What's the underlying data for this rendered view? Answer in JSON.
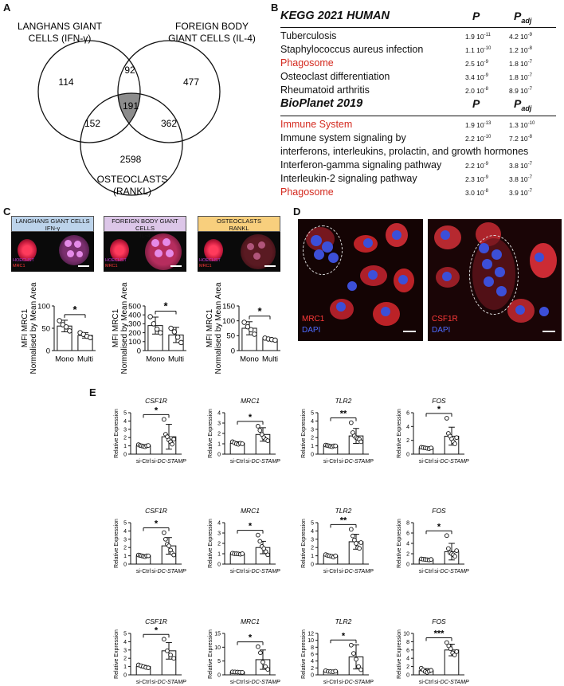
{
  "panels": {
    "a": "A",
    "b": "B",
    "c": "C",
    "d": "D",
    "e": "E"
  },
  "venn": {
    "label_langhans_1": "LANGHANS GIANT",
    "label_langhans_2": "CELLS (IFN-γ)",
    "label_foreign_1": "FOREIGN BODY",
    "label_foreign_2": "GIANT CELLS (IL-4)",
    "label_osteo_1": "OSTEOCLASTS",
    "label_osteo_2": "(RANKL)",
    "counts": {
      "langhans_only": "114",
      "langhans_foreign": "92",
      "foreign_only": "477",
      "all": "191",
      "langhans_osteo": "152",
      "foreign_osteo": "362",
      "osteo_only": "2598"
    },
    "center_fill": "#8c8c8c"
  },
  "enrichment": {
    "col_p": "P",
    "col_padj_main": "P",
    "col_padj_sub": "adj",
    "kegg": {
      "title": "KEGG 2021 HUMAN",
      "rows": [
        {
          "term": "Tuberculosis",
          "p_base": "1.9 10",
          "p_exp": "-11",
          "padj_base": "4.2 10",
          "padj_exp": "-9",
          "highlight": false
        },
        {
          "term": "Staphylococcus aureus infection",
          "p_base": "1.1 10",
          "p_exp": "-10",
          "padj_base": "1.2 10",
          "padj_exp": "-8",
          "highlight": false
        },
        {
          "term": "Phagosome",
          "p_base": "2.5 10",
          "p_exp": "-9",
          "padj_base": "1.8 10",
          "padj_exp": "-7",
          "highlight": true
        },
        {
          "term": "Osteoclast differentiation",
          "p_base": "3.4 10",
          "p_exp": "-9",
          "padj_base": "1.8 10",
          "padj_exp": "-7",
          "highlight": false
        },
        {
          "term": "Rheumatoid arthritis",
          "p_base": "2.0 10",
          "p_exp": "-8",
          "padj_base": "8.9 10",
          "padj_exp": "-7",
          "highlight": false
        }
      ]
    },
    "bioplanet": {
      "title": "BioPlanet 2019",
      "rows": [
        {
          "term": "Immune System",
          "p_base": "1.9 10",
          "p_exp": "-13",
          "padj_base": "1.3 10",
          "padj_exp": "-10",
          "highlight": true
        },
        {
          "term": "Immune system signaling by",
          "p_base": "2.2 10",
          "p_exp": "-10",
          "padj_base": "7.2 10",
          "padj_exp": "-8",
          "highlight": false
        },
        {
          "term": "interferons, interleukins, prolactin, and growth hormones",
          "p_base": "",
          "p_exp": "",
          "padj_base": "",
          "padj_exp": "",
          "highlight": false
        },
        {
          "term": "Interferon-gamma signaling pathway",
          "p_base": "2.2 10",
          "p_exp": "-9",
          "padj_base": "3.8 10",
          "padj_exp": "-7",
          "highlight": false
        },
        {
          "term": "Interleukin-2 signaling pathway",
          "p_base": "2.3 10",
          "p_exp": "-9",
          "padj_base": "3.8 10",
          "padj_exp": "-7",
          "highlight": false
        },
        {
          "term": "Phagosome",
          "p_base": "3.0 10",
          "p_exp": "-8",
          "padj_base": "3.9 10",
          "padj_exp": "-7",
          "highlight": true
        }
      ]
    },
    "highlight_color": "#d42a1f"
  },
  "panel_c": {
    "headers": [
      {
        "line1": "LANGHANS GIANT CELLS",
        "line2": "IFN-γ",
        "color": "#bcd3ea"
      },
      {
        "line1": "FOREIGN BODY GIANT CELLS",
        "line2": "IL-4",
        "color": "#dcc6e8"
      },
      {
        "line1": "OSTEOCLASTS",
        "line2": "RANKL",
        "color": "#f8cf7d"
      }
    ],
    "stain_hoechst": "HOECHST",
    "stain_mrc1": "MRC1",
    "ylabel_1": "MFI MRC1",
    "ylabel_2": "Normalised by Mean Area",
    "xcats": [
      "Mono",
      "Multi"
    ],
    "sig": "*"
  },
  "panel_d": {
    "img1": {
      "marker": "MRC1",
      "counter": "DAPI"
    },
    "img2": {
      "marker": "CSF1R",
      "counter": "DAPI"
    }
  },
  "panel_e": {
    "genes": [
      "CSF1R",
      "MRC1",
      "TLR2",
      "FOS"
    ],
    "ylabel": "Relative Expression",
    "xcats": [
      "si-Ctrl",
      "si-DC-STAMP"
    ]
  },
  "chart_data": [
    {
      "type": "bar",
      "panel": "C",
      "group": "LANGHANS GIANT CELLS IFN-γ",
      "categories": [
        "Mono",
        "Multi"
      ],
      "values": [
        55,
        34
      ],
      "errors": [
        13,
        6
      ],
      "points": [
        [
          67,
          58,
          53,
          44
        ],
        [
          40,
          36,
          32,
          29
        ]
      ],
      "ylim": [
        0,
        100
      ],
      "yticks": [
        0,
        50,
        100
      ],
      "ylabel": "MFI MRC1 Normalised by Mean Area",
      "significance": "*"
    },
    {
      "type": "bar",
      "panel": "C",
      "group": "FOREIGN BODY GIANT CELLS IL-4",
      "categories": [
        "Mono",
        "Multi"
      ],
      "values": [
        280,
        175
      ],
      "errors": [
        95,
        85
      ],
      "points": [
        [
          380,
          300,
          240,
          200
        ],
        [
          250,
          210,
          150,
          90
        ]
      ],
      "ylim": [
        0,
        500
      ],
      "yticks": [
        0,
        100,
        200,
        300,
        400,
        500
      ],
      "ylabel": "MFI MRC1 Normalised by Mean Area",
      "significance": "*"
    },
    {
      "type": "bar",
      "panel": "C",
      "group": "OSTEOCLASTS RANKL",
      "categories": [
        "Mono",
        "Multi"
      ],
      "values": [
        75,
        38
      ],
      "errors": [
        22,
        3
      ],
      "points": [
        [
          95,
          80,
          70,
          55
        ],
        [
          42,
          39,
          37,
          35
        ]
      ],
      "ylim": [
        0,
        150
      ],
      "yticks": [
        0,
        50,
        100,
        150
      ],
      "ylabel": "MFI MRC1 Normalised by Mean Area",
      "significance": "*"
    },
    {
      "type": "bar",
      "panel": "E",
      "row": 1,
      "gene": "CSF1R",
      "categories": [
        "si-Ctrl",
        "si-DC-STAMP"
      ],
      "values": [
        1.0,
        2.1
      ],
      "errors": [
        0.12,
        1.5
      ],
      "points": [
        [
          1.15,
          1.05,
          1.0,
          0.95,
          0.9,
          1.0,
          1.05
        ],
        [
          4.2,
          2.4,
          2.1,
          1.7,
          1.5,
          1.2,
          1.8
        ]
      ],
      "ylim": [
        0,
        5
      ],
      "yticks": [
        0,
        1,
        2,
        3,
        4,
        5
      ],
      "significance": "*"
    },
    {
      "type": "bar",
      "panel": "E",
      "row": 1,
      "gene": "MRC1",
      "categories": [
        "si-Ctrl",
        "si-DC-STAMP"
      ],
      "values": [
        1.05,
        1.9
      ],
      "errors": [
        0.15,
        0.65
      ],
      "points": [
        [
          1.2,
          1.1,
          1.0,
          0.95,
          1.05,
          1.0
        ],
        [
          2.7,
          2.3,
          1.9,
          1.6,
          1.4,
          1.3
        ]
      ],
      "ylim": [
        0,
        4
      ],
      "yticks": [
        0,
        1,
        2,
        3,
        4
      ],
      "significance": "*"
    },
    {
      "type": "bar",
      "panel": "E",
      "row": 1,
      "gene": "TLR2",
      "categories": [
        "si-Ctrl",
        "si-DC-STAMP"
      ],
      "values": [
        1.0,
        2.2
      ],
      "errors": [
        0.1,
        0.9
      ],
      "points": [
        [
          1.1,
          1.05,
          1.0,
          0.95,
          0.9,
          1.0,
          1.0
        ],
        [
          3.8,
          2.6,
          2.2,
          2.0,
          1.9,
          1.8,
          1.5
        ]
      ],
      "ylim": [
        0,
        5
      ],
      "yticks": [
        0,
        1,
        2,
        3,
        4,
        5
      ],
      "significance": "**"
    },
    {
      "type": "bar",
      "panel": "E",
      "row": 1,
      "gene": "FOS",
      "categories": [
        "si-Ctrl",
        "si-DC-STAMP"
      ],
      "values": [
        0.9,
        2.6
      ],
      "errors": [
        0.1,
        1.3
      ],
      "points": [
        [
          1.0,
          0.95,
          0.9,
          0.85,
          0.8,
          0.9
        ],
        [
          5.2,
          3.0,
          2.6,
          2.2,
          1.8,
          1.5,
          2.4
        ]
      ],
      "ylim": [
        0,
        6
      ],
      "yticks": [
        0,
        2,
        4,
        6
      ],
      "significance": "*"
    },
    {
      "type": "bar",
      "panel": "E",
      "row": 2,
      "gene": "CSF1R",
      "categories": [
        "si-Ctrl",
        "si-DC-STAMP"
      ],
      "values": [
        1.0,
        2.2
      ],
      "errors": [
        0.1,
        1.0
      ],
      "points": [
        [
          1.1,
          1.05,
          1.0,
          0.95,
          0.9,
          1.0,
          1.0
        ],
        [
          3.8,
          3.0,
          2.4,
          2.2,
          1.7,
          1.3,
          1.1
        ]
      ],
      "ylim": [
        0,
        5
      ],
      "yticks": [
        0,
        1,
        2,
        3,
        4,
        5
      ],
      "significance": "*"
    },
    {
      "type": "bar",
      "panel": "E",
      "row": 2,
      "gene": "MRC1",
      "categories": [
        "si-Ctrl",
        "si-DC-STAMP"
      ],
      "values": [
        1.0,
        1.6
      ],
      "errors": [
        0.05,
        0.6
      ],
      "points": [
        [
          1.05,
          1.0,
          1.0,
          0.98,
          0.95,
          1.0
        ],
        [
          2.8,
          2.2,
          1.7,
          1.5,
          1.2,
          0.9
        ]
      ],
      "ylim": [
        0,
        4
      ],
      "yticks": [
        0,
        1,
        2,
        3,
        4
      ],
      "significance": "*"
    },
    {
      "type": "bar",
      "panel": "E",
      "row": 2,
      "gene": "TLR2",
      "categories": [
        "si-Ctrl",
        "si-DC-STAMP"
      ],
      "values": [
        1.0,
        2.7
      ],
      "errors": [
        0.12,
        0.9
      ],
      "points": [
        [
          1.15,
          1.05,
          1.0,
          0.95,
          0.85,
          1.0
        ],
        [
          4.2,
          3.4,
          2.9,
          2.5,
          2.0,
          1.9,
          2.6
        ]
      ],
      "ylim": [
        0,
        5
      ],
      "yticks": [
        0,
        1,
        2,
        3,
        4,
        5
      ],
      "significance": "**"
    },
    {
      "type": "bar",
      "panel": "E",
      "row": 2,
      "gene": "FOS",
      "categories": [
        "si-Ctrl",
        "si-DC-STAMP"
      ],
      "values": [
        0.9,
        2.4
      ],
      "errors": [
        0.1,
        1.6
      ],
      "points": [
        [
          1.0,
          0.95,
          0.9,
          0.85,
          0.8,
          0.9
        ],
        [
          5.5,
          3.0,
          2.2,
          2.0,
          1.8,
          1.5,
          2.6
        ]
      ],
      "ylim": [
        0,
        8
      ],
      "yticks": [
        0,
        2,
        4,
        6,
        8
      ],
      "significance": "*"
    },
    {
      "type": "bar",
      "panel": "E",
      "row": 3,
      "gene": "CSF1R",
      "categories": [
        "si-Ctrl",
        "si-DC-STAMP"
      ],
      "values": [
        1.0,
        2.9
      ],
      "errors": [
        0.15,
        1.0
      ],
      "points": [
        [
          1.2,
          1.1,
          1.0,
          0.9,
          0.85
        ],
        [
          4.3,
          2.9,
          2.4,
          2.0
        ]
      ],
      "ylim": [
        0,
        5
      ],
      "yticks": [
        0,
        1,
        2,
        3,
        4,
        5
      ],
      "significance": "*"
    },
    {
      "type": "bar",
      "panel": "E",
      "row": 3,
      "gene": "MRC1",
      "categories": [
        "si-Ctrl",
        "si-DC-STAMP"
      ],
      "values": [
        1.0,
        5.5
      ],
      "errors": [
        0.1,
        3.5
      ],
      "points": [
        [
          1.1,
          1.05,
          1.0,
          0.95,
          0.9
        ],
        [
          10.2,
          8.0,
          4.6,
          3.0,
          2.0
        ]
      ],
      "ylim": [
        0,
        15
      ],
      "yticks": [
        0,
        5,
        10,
        15
      ],
      "significance": "*"
    },
    {
      "type": "bar",
      "panel": "E",
      "row": 3,
      "gene": "TLR2",
      "categories": [
        "si-Ctrl",
        "si-DC-STAMP"
      ],
      "values": [
        1.0,
        5.2
      ],
      "errors": [
        0.15,
        3.5
      ],
      "points": [
        [
          1.2,
          1.0,
          0.95,
          0.9,
          1.05
        ],
        [
          8.6,
          6.2,
          4.5,
          2.4,
          1.5
        ]
      ],
      "ylim": [
        0,
        12
      ],
      "yticks": [
        0,
        2,
        4,
        6,
        8,
        10,
        12
      ],
      "significance": "*"
    },
    {
      "type": "bar",
      "panel": "E",
      "row": 3,
      "gene": "FOS",
      "categories": [
        "si-Ctrl",
        "si-DC-STAMP"
      ],
      "values": [
        1.0,
        6.0
      ],
      "errors": [
        0.5,
        1.4
      ],
      "points": [
        [
          1.6,
          1.2,
          0.8,
          0.6,
          0.9,
          1.1
        ],
        [
          7.8,
          7.0,
          6.3,
          5.3,
          4.8,
          5.6
        ]
      ],
      "ylim": [
        0,
        10
      ],
      "yticks": [
        0,
        2,
        4,
        6,
        8,
        10
      ],
      "significance": "***"
    }
  ]
}
